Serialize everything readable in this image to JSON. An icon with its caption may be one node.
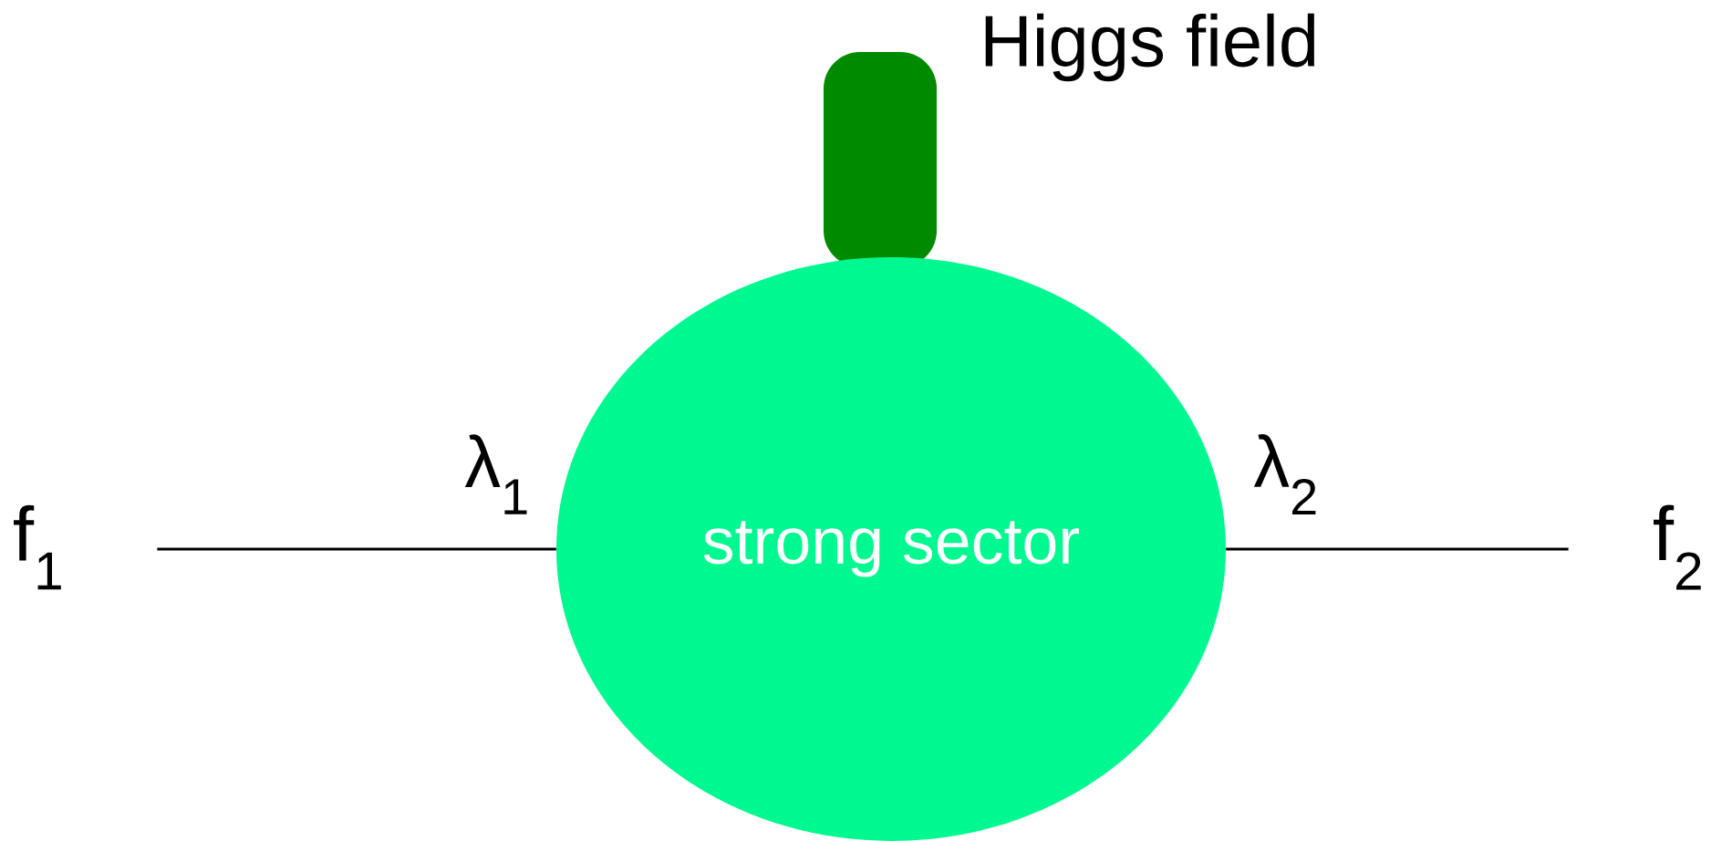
{
  "diagram": {
    "nodes": [
      {
        "text": [
          "Higgs field"
        ]
      },
      {
        "text": [
          "f$_{1}$"
        ]
      },
      {
        "text": [
          "strong sector"
        ]
      },
      {
        "text": [
          "f$_{2}$"
        ]
      }
    ],
    "edges": [
      {
        "from": 1,
        "to": 2,
        "arrow": "none",
        "label": "λ$_{1}$"
      },
      {
        "from": 2,
        "to": 3,
        "arrow": "none",
        "label": "λ$_{2}$"
      }
    ]
  }
}
